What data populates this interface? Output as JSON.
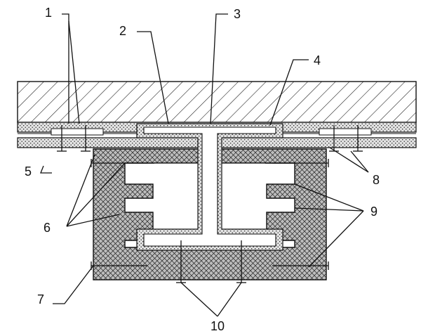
{
  "labels": {
    "l1": "1",
    "l2": "2",
    "l3": "3",
    "l4": "4",
    "l5": "5",
    "l6": "6",
    "l7": "7",
    "l8": "8",
    "l9": "9",
    "l10": "10"
  },
  "colors": {
    "ink": "#111111",
    "paper": "#ffffff",
    "fill_light": "#ececec",
    "fill_mid": "#c8c8c8"
  }
}
